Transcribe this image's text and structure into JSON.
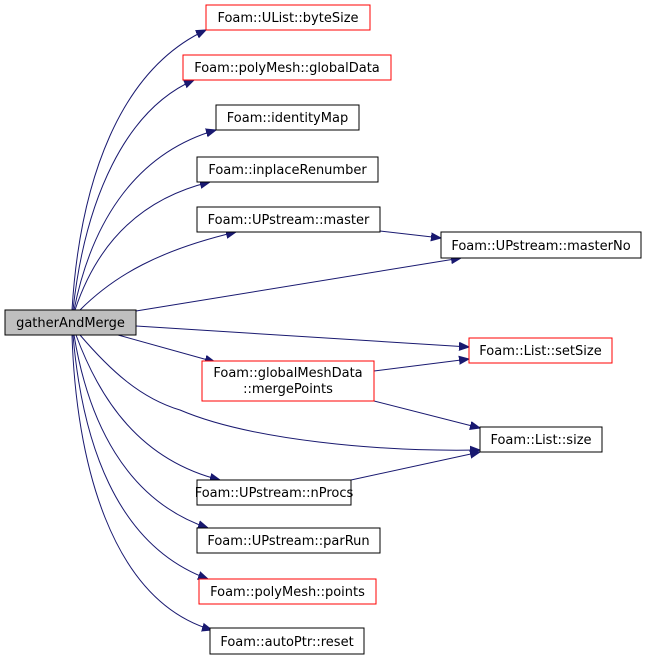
{
  "root": {
    "label": "gatherAndMerge"
  },
  "nodes": [
    {
      "id": "byteSize",
      "label": "Foam::UList::byteSize",
      "color": "#ff0000"
    },
    {
      "id": "globalData",
      "label": "Foam::polyMesh::globalData",
      "color": "#ff0000"
    },
    {
      "id": "identityMap",
      "label": "Foam::identityMap",
      "color": "#000000"
    },
    {
      "id": "inplaceRenumber",
      "label": "Foam::inplaceRenumber",
      "color": "#000000"
    },
    {
      "id": "master",
      "label": "Foam::UPstream::master",
      "color": "#000000"
    },
    {
      "id": "masterNo",
      "label": "Foam::UPstream::masterNo",
      "color": "#000000"
    },
    {
      "id": "setSize",
      "label": "Foam::List::setSize",
      "color": "#ff0000"
    },
    {
      "id": "mergePoints",
      "label": "Foam::globalMeshData",
      "label2": "::mergePoints",
      "color": "#ff0000"
    },
    {
      "id": "size",
      "label": "Foam::List::size",
      "color": "#000000"
    },
    {
      "id": "nProcs",
      "label": "Foam::UPstream::nProcs",
      "color": "#000000"
    },
    {
      "id": "parRun",
      "label": "Foam::UPstream::parRun",
      "color": "#000000"
    },
    {
      "id": "points",
      "label": "Foam::polyMesh::points",
      "color": "#ff0000"
    },
    {
      "id": "reset",
      "label": "Foam::autoPtr::reset",
      "color": "#000000"
    }
  ],
  "edge_color": "#191970"
}
